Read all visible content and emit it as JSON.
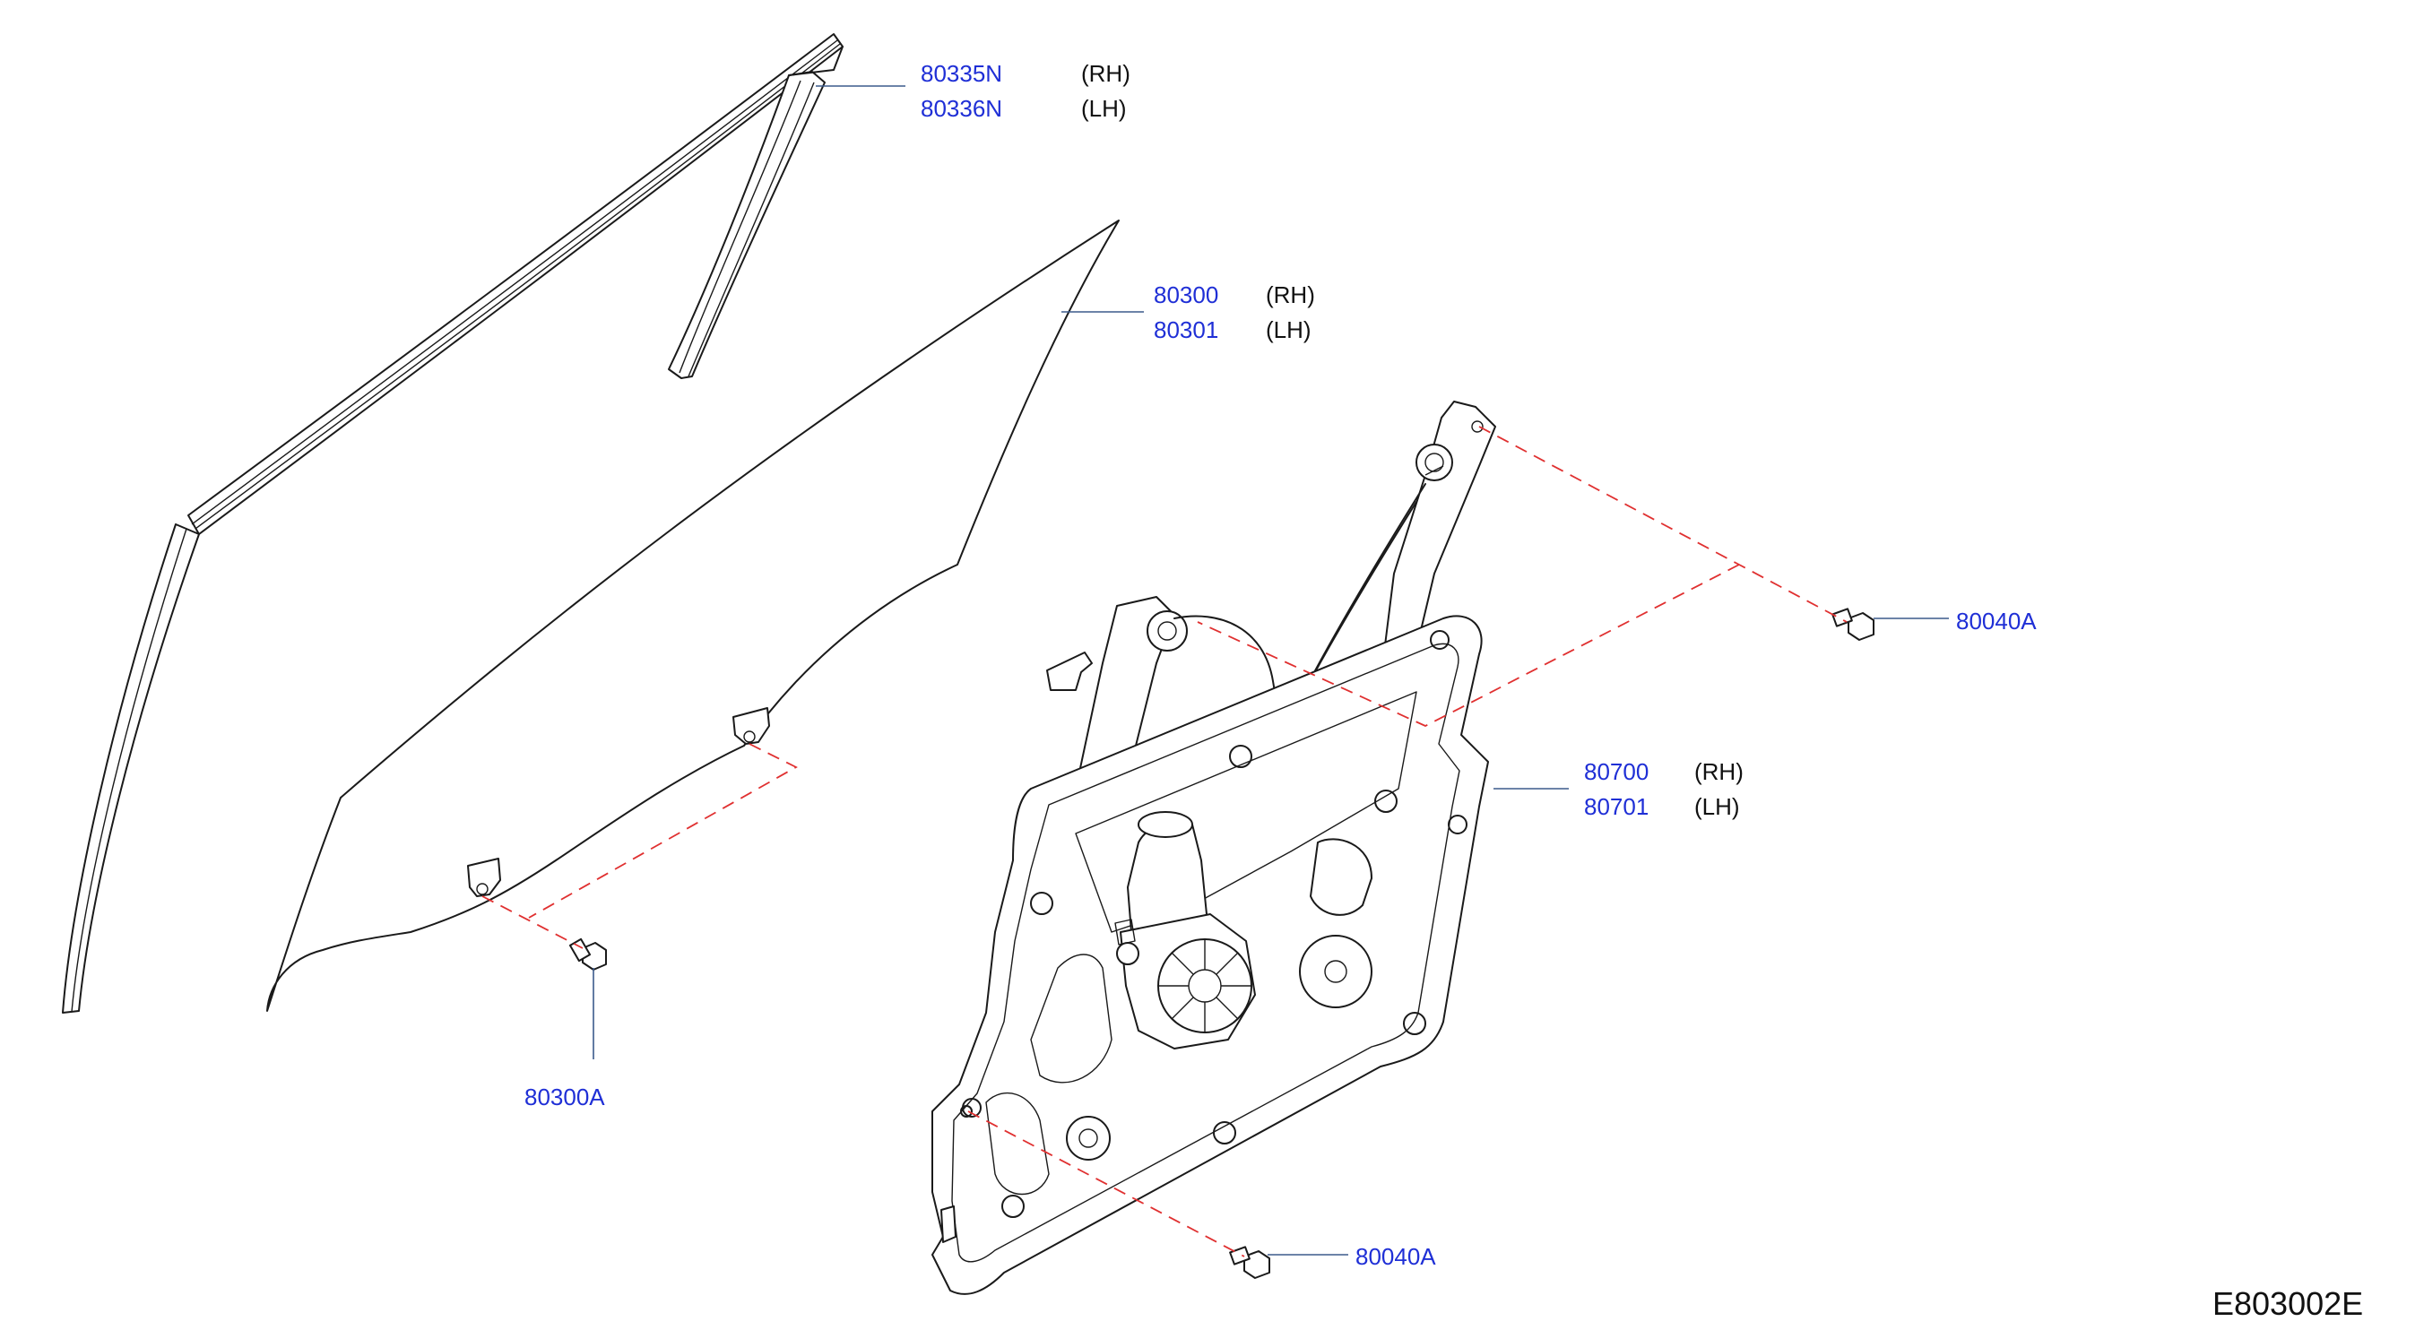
{
  "callouts": [
    {
      "id": "sash",
      "part_rh": "80335N",
      "side_rh": "(RH)",
      "part_lh": "80336N",
      "side_lh": "(LH)"
    },
    {
      "id": "glass",
      "part_rh": "80300",
      "side_rh": "(RH)",
      "part_lh": "80301",
      "side_lh": "(LH)"
    },
    {
      "id": "regulator",
      "part_rh": "80700",
      "side_rh": "(RH)",
      "part_lh": "80701",
      "side_lh": "(LH)"
    }
  ],
  "fasteners": [
    {
      "id": "bolt-upper",
      "part": "80040A"
    },
    {
      "id": "bolt-lower",
      "part": "80040A"
    },
    {
      "id": "glass-bolt",
      "part": "80300A"
    }
  ],
  "diagram_code": "E803002E",
  "colors": {
    "part_number": "#1f2fd6",
    "leader": "#3b5a8c",
    "guide_dash": "#e03030",
    "line": "#1a1a1a"
  }
}
